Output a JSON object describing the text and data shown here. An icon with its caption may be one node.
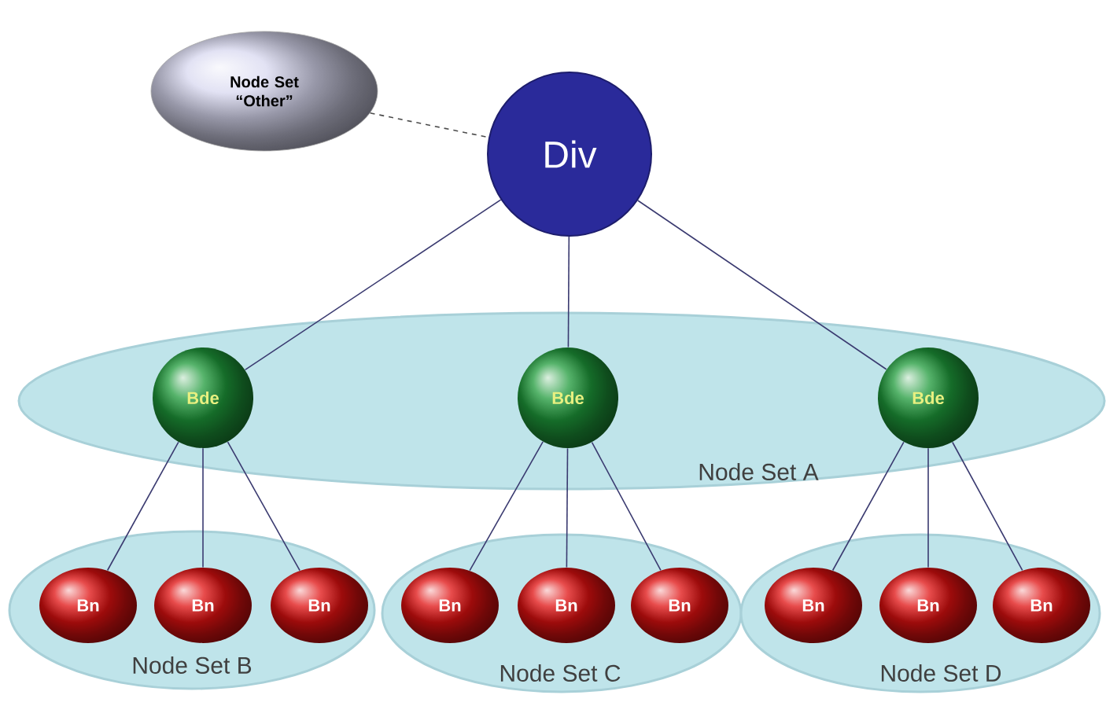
{
  "diagram": {
    "nodes": [
      {
        "text": [
          "Node Set “Other”"
        ]
      },
      {
        "text": [
          "Div"
        ]
      },
      {
        "text": [
          "Node Set A"
        ]
      },
      {
        "text": [
          "Bde"
        ],
        "in": 2
      },
      {
        "text": [
          "Bde"
        ],
        "in": 2
      },
      {
        "text": [
          "Bde"
        ],
        "in": 2
      },
      {
        "text": [
          "Node Set B"
        ]
      },
      {
        "text": [
          "Bn"
        ],
        "in": 6
      },
      {
        "text": [
          "Bn"
        ],
        "in": 6
      },
      {
        "text": [
          "Bn"
        ],
        "in": 6
      },
      {
        "text": [
          "Node Set C"
        ]
      },
      {
        "text": [
          "Bn"
        ],
        "in": 10
      },
      {
        "text": [
          "Bn"
        ],
        "in": 10
      },
      {
        "text": [
          "Bn"
        ],
        "in": 10
      },
      {
        "text": [
          "Node Set D"
        ]
      },
      {
        "text": [
          "Bn"
        ],
        "in": 14
      },
      {
        "text": [
          "Bn"
        ],
        "in": 14
      },
      {
        "text": [
          "Bn"
        ],
        "in": 14
      }
    ],
    "edges": [
      {
        "from": 0,
        "to": 1,
        "arrow": "none",
        "style": "dashed"
      },
      {
        "from": 1,
        "to": 3,
        "arrow": "none"
      },
      {
        "from": 1,
        "to": 4,
        "arrow": "none"
      },
      {
        "from": 1,
        "to": 5,
        "arrow": "none"
      },
      {
        "from": 3,
        "to": 7,
        "arrow": "none"
      },
      {
        "from": 3,
        "to": 8,
        "arrow": "none"
      },
      {
        "from": 3,
        "to": 9,
        "arrow": "none"
      },
      {
        "from": 4,
        "to": 11,
        "arrow": "none"
      },
      {
        "from": 4,
        "to": 12,
        "arrow": "none"
      },
      {
        "from": 4,
        "to": 13,
        "arrow": "none"
      },
      {
        "from": 5,
        "to": 15,
        "arrow": "none"
      },
      {
        "from": 5,
        "to": 16,
        "arrow": "none"
      },
      {
        "from": 5,
        "to": 17,
        "arrow": "none"
      }
    ]
  }
}
